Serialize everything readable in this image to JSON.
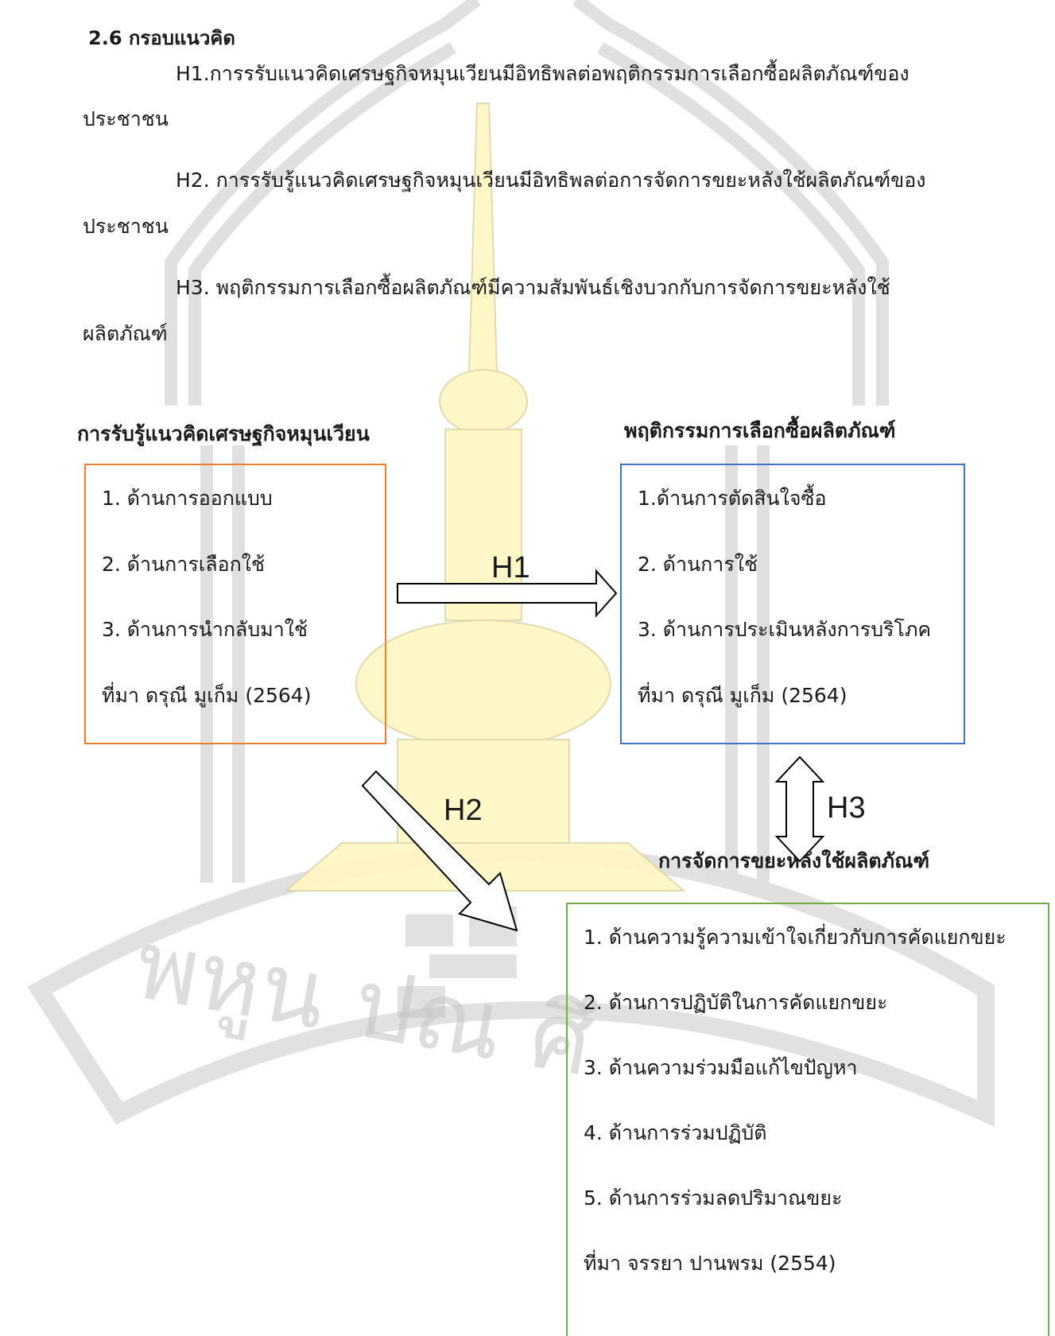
{
  "section": {
    "heading": "2.6 กรอบแนวคิด"
  },
  "hypotheses": [
    {
      "line1": "H1.การรรับแนวคิดเศรษฐกิจหมุนเวียนมีอิทธิพลต่อพฤติกรรมการเลือกซื้อผลิตภัณฑ์ของ",
      "line2": "ประชาชน"
    },
    {
      "line1": "H2. การรรับรู้แนวคิดเศรษฐกิจหมุนเวียนมีอิทธิพลต่อการจัดการขยะหลังใช้ผลิตภัณฑ์ของ",
      "line2": "ประชาชน"
    },
    {
      "line1": "H3. พฤติกรรมการเลือกซื้อผลิตภัณฑ์มีความสัมพันธ์เชิงบวกกับการจัดการขยะหลังใช้",
      "line2": "ผลิตภัณฑ์"
    }
  ],
  "framework": {
    "perception": {
      "title": "การรับรู้แนวคิดเศรษฐกิจหมุนเวียน",
      "items": [
        "1. ด้านการออกแบบ",
        "2. ด้านการเลือกใช้",
        "3. ด้านการนำกลับมาใช้",
        "ที่มา ดรุณี มูเก็ม (2564)"
      ],
      "border_color": "#ED7D31"
    },
    "behavior": {
      "title": "พฤติกรรมการเลือกซื้อผลิตภัณฑ์",
      "items": [
        "1.ด้านการตัดสินใจซื้อ",
        "2. ด้านการใช้",
        "3. ด้านการประเมินหลังการบริโภค",
        "ที่มา ดรุณี มูเก็ม (2564)"
      ],
      "border_color": "#4472C4"
    },
    "waste": {
      "title": "การจัดการขยะหลังใช้ผลิตภัณฑ์",
      "items": [
        "1. ด้านความรู้ความเข้าใจเกี่ยวกับการคัดแยกขยะ",
        "2. ด้านการปฏิบัติในการคัดแยกขยะ",
        "3. ด้านความร่วมมือแก้ไขปัญหา",
        "4. ด้านการร่วมปฏิบัติ",
        "5. ด้านการร่วมลดปริมาณขยะ",
        "ที่มา จรรยา ปานพรม (2554)"
      ],
      "border_color": "#70AD47"
    },
    "arrows": {
      "h1": "H1",
      "h2": "H2",
      "h3": "H3"
    }
  },
  "watermark": {
    "text": "พหูน ปณ ศึ"
  }
}
